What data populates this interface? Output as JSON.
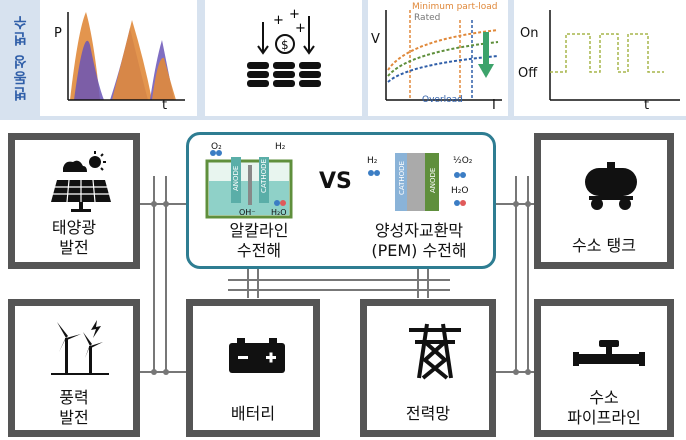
{
  "side_label": "변동성 변수",
  "charts": {
    "power_output": {
      "y_label": "P",
      "x_label": "t"
    },
    "iv_curve": {
      "y_label": "V",
      "x_label": "I",
      "annotations": {
        "min_part_load": "Minimum part-load",
        "rated": "Rated",
        "overload": "Overload"
      }
    },
    "on_off": {
      "on_label": "On",
      "off_label": "Off",
      "x_label": "t"
    }
  },
  "sources": {
    "solar": {
      "label_line1": "태양광",
      "label_line2": "발전"
    },
    "wind": {
      "label_line1": "풍력",
      "label_line2": "발전"
    }
  },
  "electrolysis": {
    "alkaline": {
      "label_line1": "알칼라인",
      "label_line2": "수전해",
      "anode": "ANODE",
      "cathode": "CATHODE",
      "o2": "O₂",
      "h2": "H₂",
      "oh": "OH⁻",
      "h2o": "H₂O"
    },
    "vs": "VS",
    "pem": {
      "label_line1": "양성자교환막",
      "label_line2": "(PEM) 수전해",
      "cathode": "CATHODE",
      "anode": "ANODE",
      "h2": "H₂",
      "half_o2": "½O₂",
      "h2o": "H₂O"
    }
  },
  "battery": {
    "label": "배터리"
  },
  "grid": {
    "label": "전력망"
  },
  "storage": {
    "tank": {
      "label": "수소 탱크"
    },
    "pipeline": {
      "label_line1": "수소",
      "label_line2": "파이프라인"
    }
  },
  "colors": {
    "band": "#d7e2ef",
    "accent_blue": "#2f5ea8",
    "box_border": "#555555",
    "electrolysis_border": "#2e7d92",
    "solar_orange": "#e0893b",
    "solar_purple": "#6a55b7",
    "pem_green": "#5f8f3c",
    "alkaline_teal": "#5aaea8"
  }
}
